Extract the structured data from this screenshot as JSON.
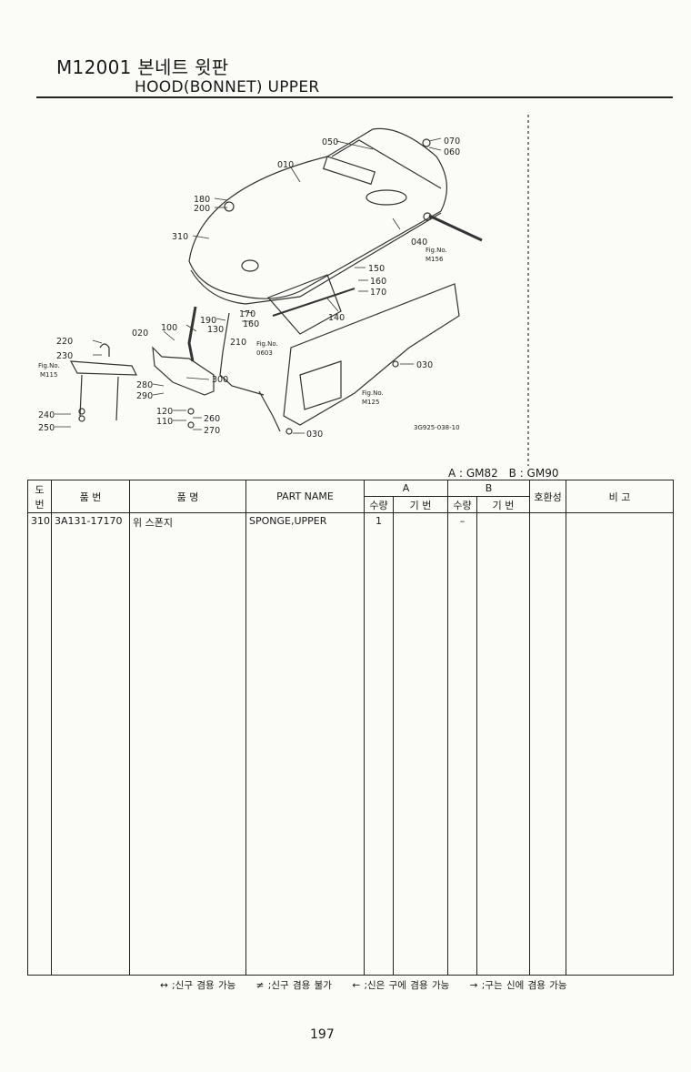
{
  "header": {
    "code_title": "M12001 본네트 윗판",
    "en_title": "HOOD(BONNET) UPPER"
  },
  "diagram": {
    "callouts": [
      "050",
      "070",
      "060",
      "010",
      "180",
      "200",
      "310",
      "040",
      "150",
      "160",
      "170",
      "140",
      "170",
      "160",
      "130",
      "190",
      "100",
      "020",
      "210",
      "220",
      "230",
      "280",
      "290",
      "300",
      "120",
      "110",
      "260",
      "270",
      "030",
      "030"
    ],
    "fig_refs": [
      {
        "label": "Fig.No.",
        "ref": "M156"
      },
      {
        "label": "Fig.No.",
        "ref": "0603"
      },
      {
        "label": "Fig.No.",
        "ref": "M115"
      },
      {
        "label": "Fig.No.",
        "ref": "M125"
      }
    ],
    "drawing_code": "3G925-038-10"
  },
  "model_caption": {
    "a": "A : GM82",
    "b": "B : GM90"
  },
  "table": {
    "headers": {
      "ref_no": "도번",
      "part_no": "품  번",
      "part_name_ko": "품      명",
      "part_name_en": "PART  NAME",
      "group_a": "A",
      "group_b": "B",
      "qty": "수량",
      "std_no": "기  번",
      "compat": "호환성",
      "remarks": "비    고"
    },
    "rows": [
      {
        "ref": "310",
        "part_no": "3A131-17170",
        "name_ko": "위 스폰지",
        "name_en": "SPONGE,UPPER",
        "qty_a": "1",
        "std_a": "",
        "qty_b": "–",
        "std_b": "",
        "compat": "",
        "remarks": ""
      }
    ]
  },
  "legend": {
    "l1": "↔ ;신구 겸용 가능",
    "l2": "≠ ;신구 겸용 불가",
    "l3": "← ;신은 구에 겸용 가능",
    "l4": "→ ;구는 신에 겸용 가능"
  },
  "page_number": "197"
}
